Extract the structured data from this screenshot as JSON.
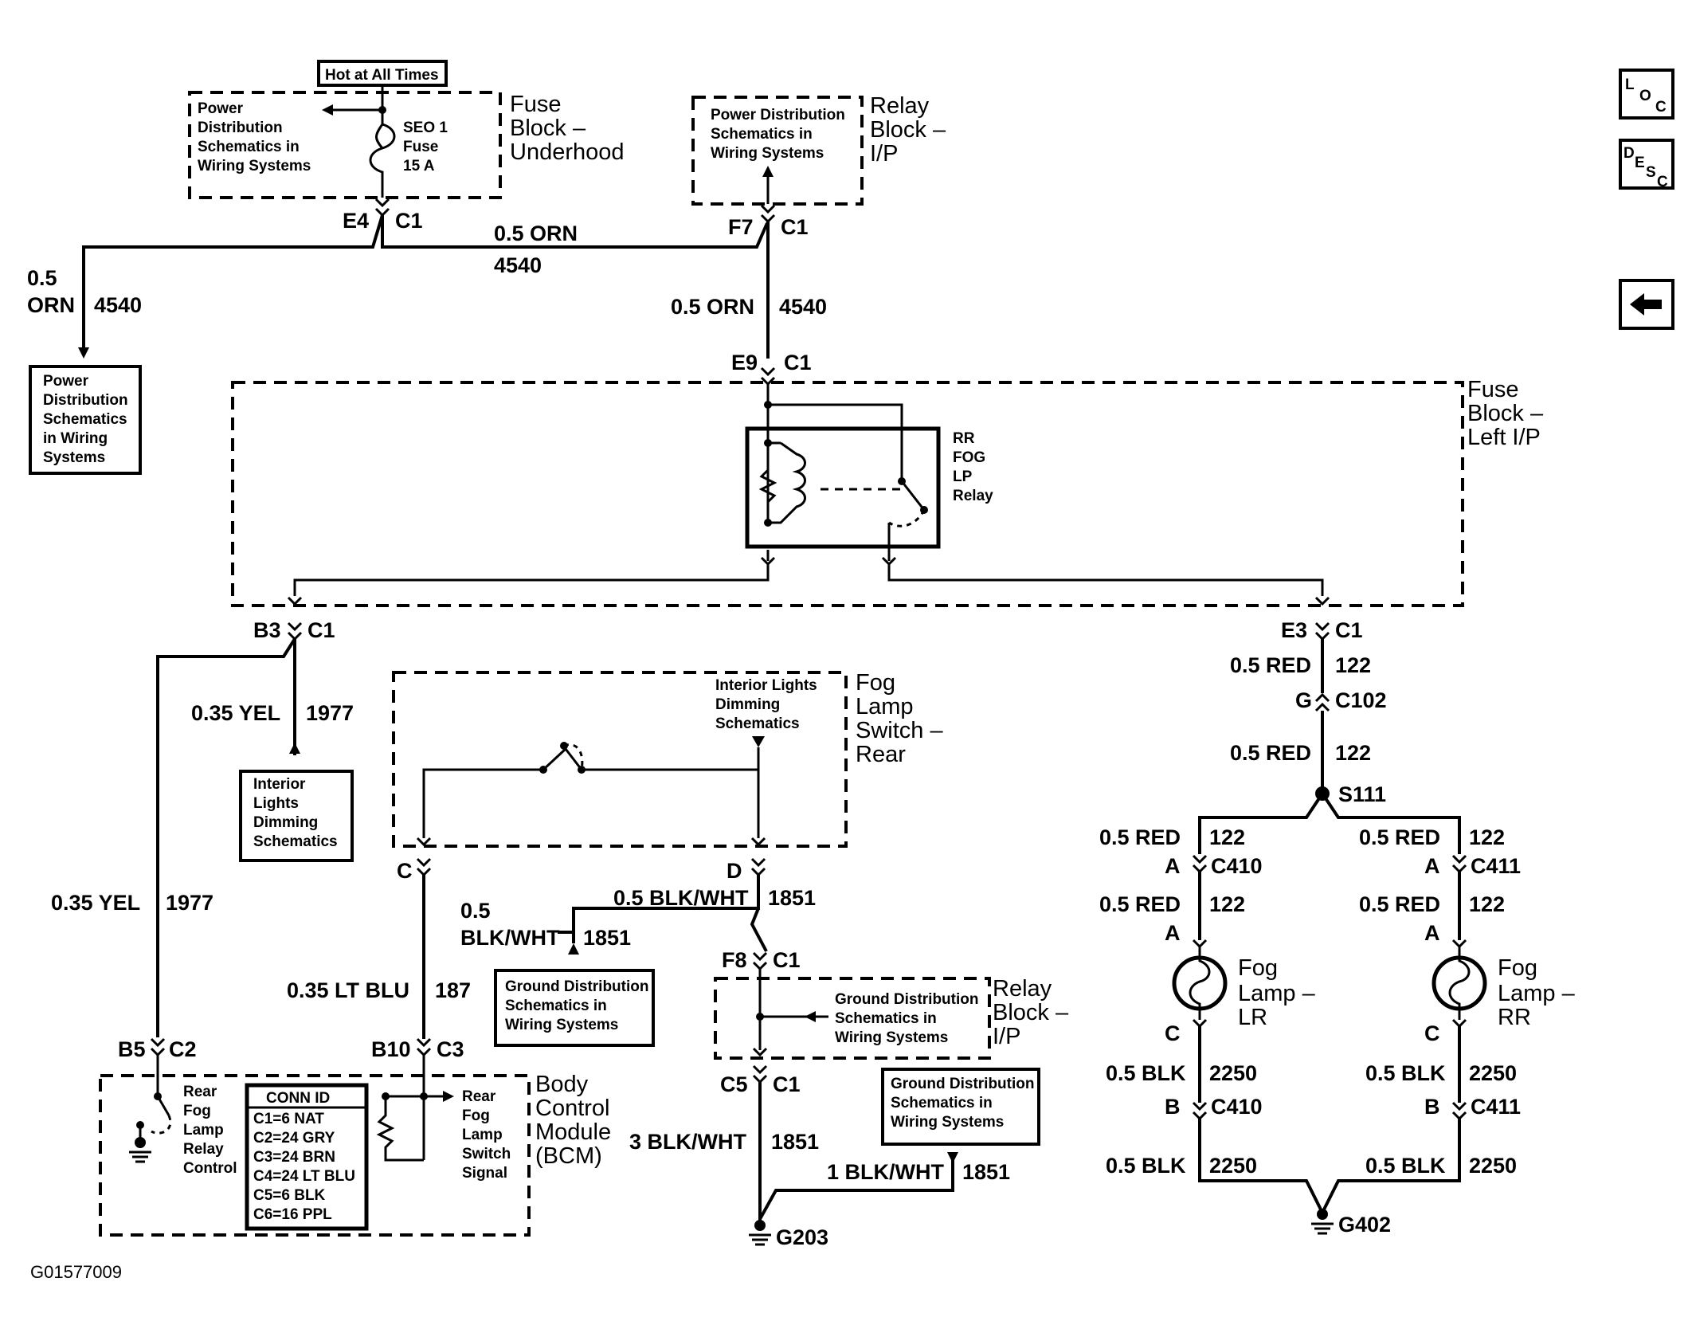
{
  "nav": {
    "loc": [
      "L",
      "O",
      "C"
    ],
    "desc": [
      "D",
      "E",
      "S",
      "C"
    ],
    "back_icon": "arrow-left-icon"
  },
  "figure_id": "G01577009",
  "hot_label": "Hot at All Times",
  "fuse_block_underhood": {
    "title": [
      "Fuse",
      "Block –",
      "Underhood"
    ],
    "ref": [
      "Power",
      "Distribution",
      "Schematics in",
      "Wiring Systems"
    ],
    "fuse": [
      "SEO 1",
      "Fuse",
      "15 A"
    ]
  },
  "relay_block_top": {
    "title": [
      "Relay",
      "Block –",
      "I/P"
    ],
    "ref": [
      "Power Distribution",
      "Schematics in",
      "Wiring Systems"
    ]
  },
  "fuse_block_left": {
    "title": [
      "Fuse",
      "Block –",
      "Left I/P"
    ],
    "relay": [
      "RR",
      "FOG",
      "LP",
      "Relay"
    ]
  },
  "fog_switch": {
    "title": [
      "Fog",
      "Lamp",
      "Switch –",
      "Rear"
    ],
    "ref": [
      "Interior Lights",
      "Dimming",
      "Schematics"
    ]
  },
  "relay_block_bottom": {
    "title": [
      "Relay",
      "Block –",
      "I/P"
    ],
    "ref": [
      "Ground Distribution",
      "Schematics in",
      "Wiring Systems"
    ]
  },
  "bcm": {
    "title": [
      "Body",
      "Control",
      "Module",
      "(BCM)"
    ],
    "left": [
      "Rear",
      "Fog",
      "Lamp",
      "Relay",
      "Control"
    ],
    "right": [
      "Rear",
      "Fog",
      "Lamp",
      "Switch",
      "Signal"
    ],
    "conn_header": "CONN ID",
    "conn": [
      "C1=6 NAT",
      "C2=24 GRY",
      "C3=24 BRN",
      "C4=24 LT BLU",
      "C5=6 BLK",
      "C6=16 PPL"
    ]
  },
  "refs": {
    "power_left": [
      "Power",
      "Distribution",
      "Schematics",
      "in Wiring",
      "Systems"
    ],
    "interior_lights": [
      "Interior",
      "Lights",
      "Dimming",
      "Schematics"
    ],
    "ground_mid": [
      "Ground Distribution",
      "Schematics in",
      "Wiring Systems"
    ],
    "ground_right": [
      "Ground Distribution",
      "Schematics in",
      "Wiring Systems"
    ]
  },
  "lamps": {
    "lr": [
      "Fog",
      "Lamp –",
      "LR"
    ],
    "rr": [
      "Fog",
      "Lamp –",
      "RR"
    ]
  },
  "connectors": {
    "e4": "E4",
    "c1": "C1",
    "f7": "F7",
    "e9": "E9",
    "b3": "B3",
    "e3": "E3",
    "g": "G",
    "c102": "C102",
    "s111": "S111",
    "a": "A",
    "c410": "C410",
    "c411": "C411",
    "c": "C",
    "b": "B",
    "d": "D",
    "f8": "F8",
    "c5": "C5",
    "b5": "B5",
    "c2": "C2",
    "b10": "B10",
    "c3": "C3",
    "g203": "G203",
    "g402": "G402"
  },
  "wires": {
    "orn05": "0.5 ORN",
    "n4540": "4540",
    "orn_top": "0.5",
    "orn_bot": "ORN",
    "yel035": "0.35 YEL",
    "n1977": "1977",
    "red05": "0.5 RED",
    "n122": "122",
    "blk05": "0.5 BLK",
    "n2250": "2250",
    "ltblu035": "0.35 LT BLU",
    "n187": "187",
    "blkwht05": "0.5 BLK/WHT",
    "n1851": "1851",
    "blkwht_a": "0.5",
    "blkwht_b": "BLK/WHT",
    "blkwht3": "3 BLK/WHT",
    "blkwht1": "1 BLK/WHT"
  }
}
